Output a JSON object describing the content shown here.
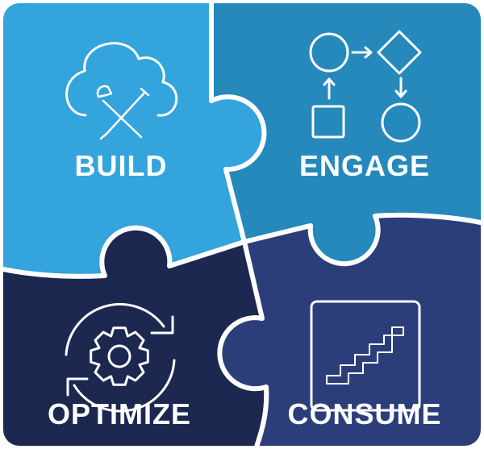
{
  "pieces": [
    {
      "label": "BUILD",
      "icon": "cloud-tools-icon",
      "color": "#33a4dc"
    },
    {
      "label": "ENGAGE",
      "icon": "flowchart-icon",
      "color": "#2589bc"
    },
    {
      "label": "OPTIMIZE",
      "icon": "gear-cycle-icon",
      "color": "#1c2850"
    },
    {
      "label": "CONSUME",
      "icon": "stairs-icon",
      "color": "#2c3e7a"
    }
  ],
  "consume_label_color": "#dfe3ee"
}
